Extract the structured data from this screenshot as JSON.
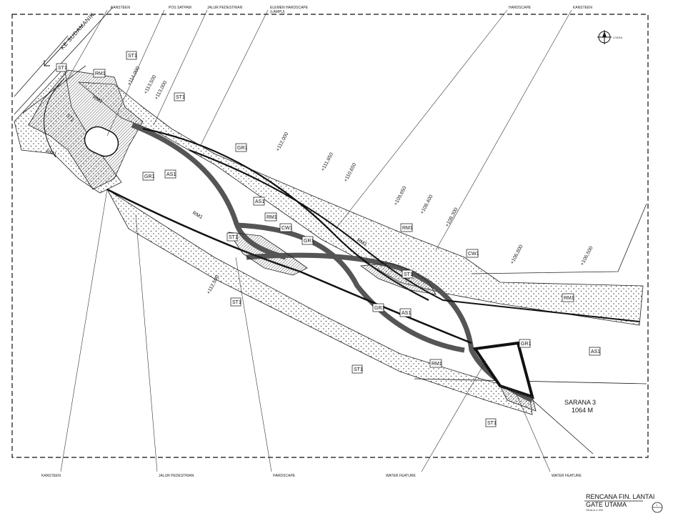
{
  "callouts_top": [
    "KANSTEEN",
    "POS SATPAM",
    "JALUR PEDESTRIAN",
    "ELEMEN HARDSCAPE",
    "(LAMPU)",
    "HARDSCAPE",
    "KANSTEEN"
  ],
  "callouts_bottom": [
    "KANSTEEN",
    "JALUR PEDESTRIAN",
    "HARDSCAPE",
    "WATER FEATURE",
    "WATER FEATURE"
  ],
  "north_label": "UTARA",
  "road_label": "KE SUDAMANIK",
  "area_label": {
    "line1": "SARANA 3",
    "line2": "1064 M"
  },
  "title_block": {
    "line1": "RENCANA FIN. LANTAI",
    "line2": "GATE UTAMA",
    "scale": "SKALA 1:150",
    "sheet_no": "1"
  },
  "tags": [
    "ST1",
    "ST1",
    "ST1",
    "ST1",
    "ST1",
    "ST1",
    "ST1",
    "RM1",
    "RM1",
    "RM1",
    "RM1",
    "RM1",
    "RM1",
    "RM1",
    "RM1",
    "GR1",
    "GR1",
    "GR1",
    "GR1",
    "GR1",
    "AS1",
    "AS1",
    "AS1",
    "AS1",
    "CW1",
    "CW1"
  ],
  "elevations": [
    "+114,000",
    "+113,500",
    "+113,000",
    "+112,000",
    "+111,650",
    "+110,650",
    "+109,650",
    "+108,400",
    "+108,300",
    "+106,800",
    "+106,500",
    "+112,500"
  ]
}
